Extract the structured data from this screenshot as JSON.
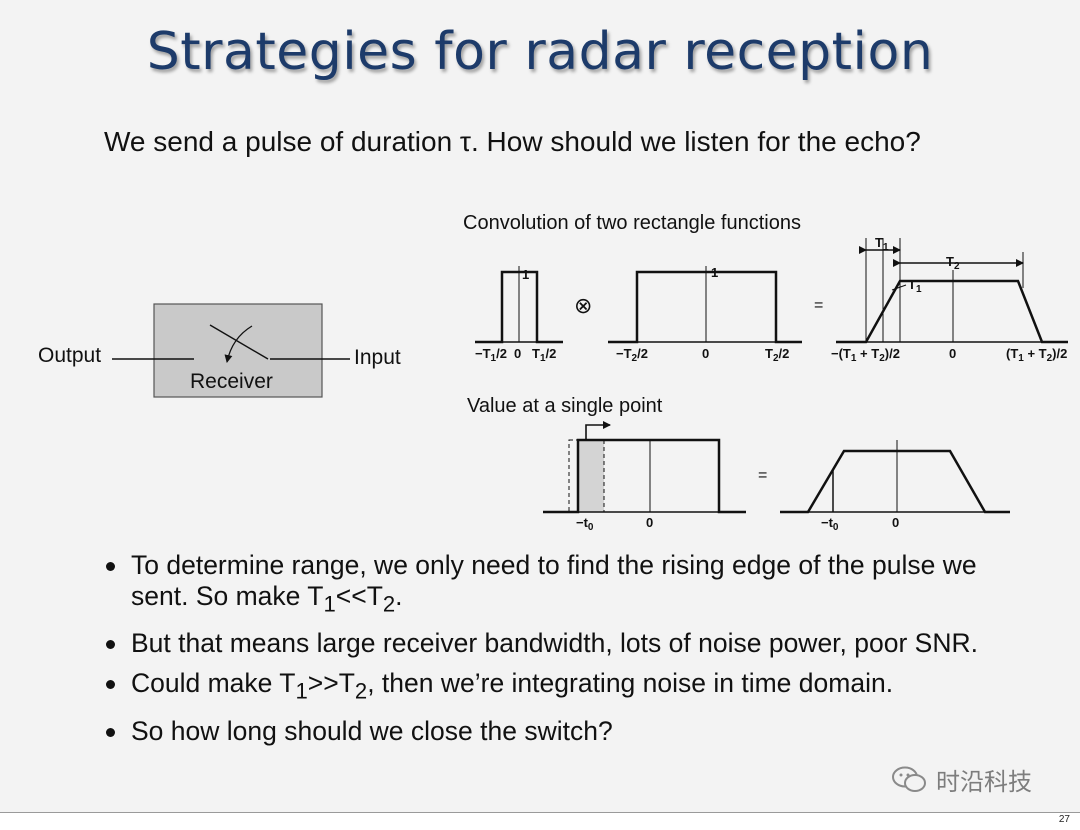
{
  "slide": {
    "title": "Strategies for radar reception",
    "subtitle": "We send a pulse of duration τ.  How should we listen for the echo?",
    "page_number": "27",
    "watermark": "时沿科技"
  },
  "receiver": {
    "output_label": "Output",
    "input_label": "Input",
    "box_label": "Receiver"
  },
  "convolution": {
    "title": "Convolution of two rectangle functions",
    "operator": "⊗",
    "equals": "=",
    "rect1": {
      "height_label": "1",
      "left": "−T1/2",
      "zero": "0",
      "right": "T1/2"
    },
    "rect2": {
      "height_label": "1",
      "left": "−T2/2",
      "zero": "0",
      "right": "T2/2"
    },
    "result": {
      "left": "−(T1 + T2)/2",
      "zero": "0",
      "right": "(T1 + T2)/2",
      "t1_label": "T1",
      "t2_label": "T2",
      "plateau_label": "T1"
    }
  },
  "single_point": {
    "title": "Value at a single point",
    "equals": "=",
    "left_label": "−t0",
    "zero": "0",
    "result_left_label": "−t0",
    "result_zero": "0"
  },
  "bullets": [
    {
      "pre": "To determine range, we only need to find the rising edge of the pulse we sent.  So make T",
      "sub1": "1",
      "mid": "<<T",
      "sub2": "2",
      "post": "."
    },
    {
      "text": "But that means large receiver bandwidth, lots of noise power, poor SNR."
    },
    {
      "pre": "Could make T",
      "sub1": "1",
      "mid": ">>T",
      "sub2": "2",
      "post": ", then we’re integrating noise in time domain."
    },
    {
      "text": "So how long should we close the switch?"
    }
  ]
}
